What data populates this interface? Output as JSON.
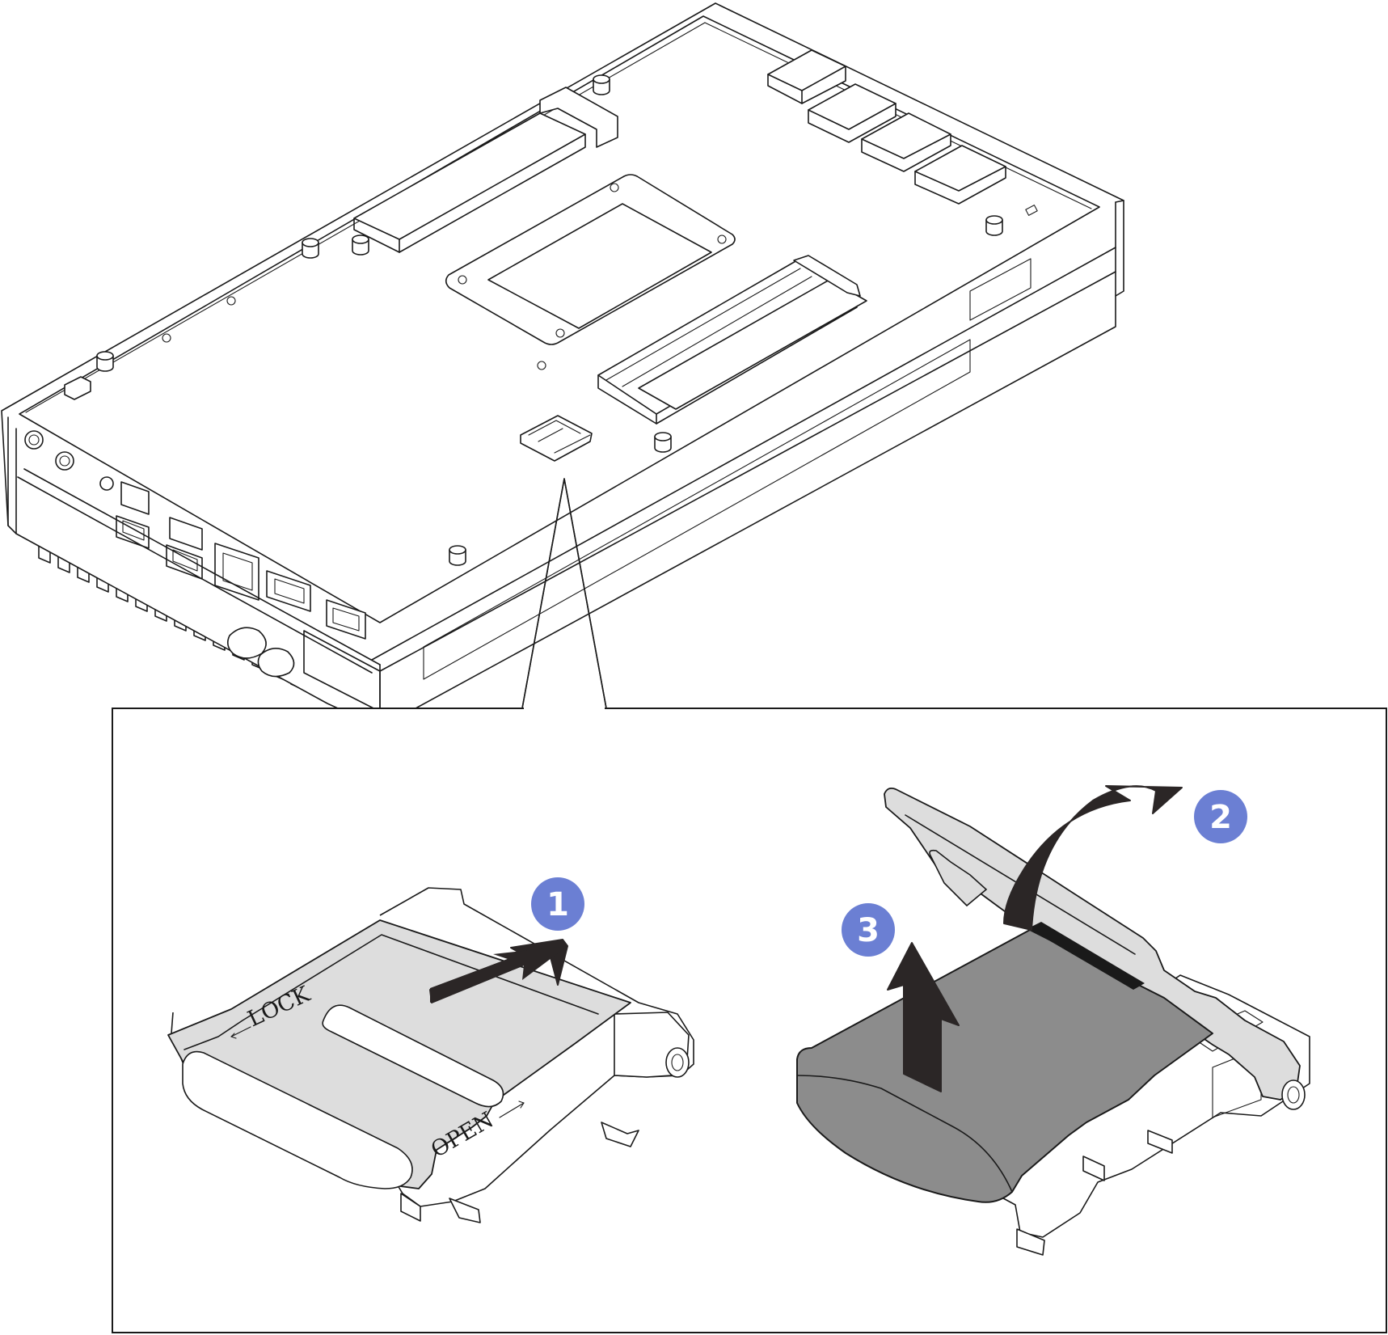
{
  "colors": {
    "line": "#1a1a1a",
    "metal_tray": "#dddddd",
    "card": "#8c8c8c",
    "action_arrow": "#2b2626",
    "step_badge": "#6b7fd3",
    "step_text": "#ffffff"
  },
  "callout_steps": [
    {
      "label": "1"
    },
    {
      "label": "2"
    },
    {
      "label": "3"
    }
  ],
  "tray_labels": {
    "lock": "LOCK",
    "open": "OPEN"
  }
}
